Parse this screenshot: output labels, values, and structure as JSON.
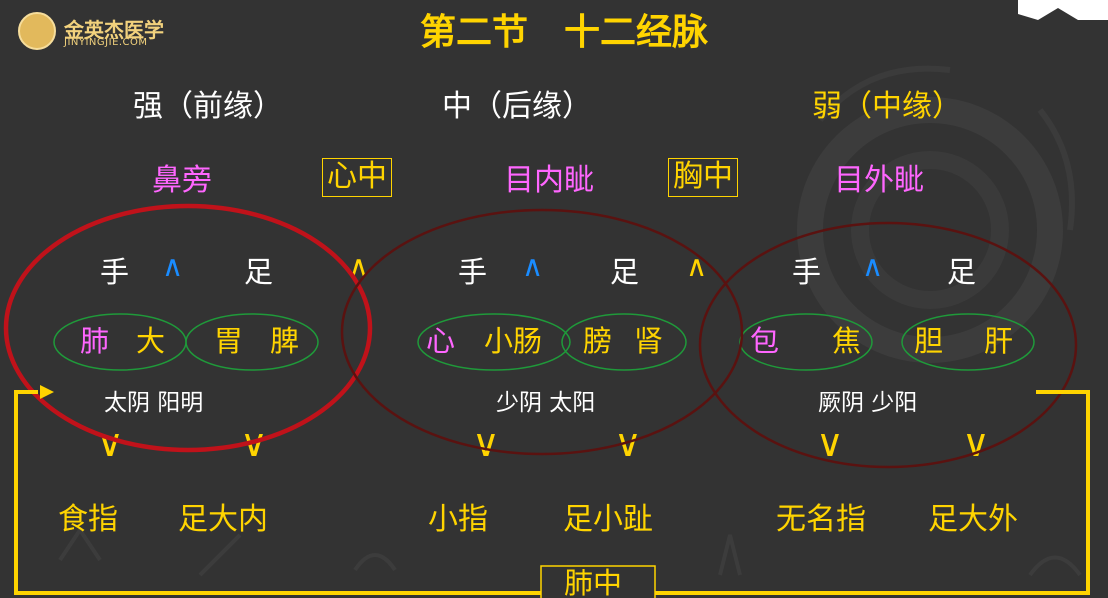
{
  "logo": {
    "cn": "金英杰医学",
    "en": "JINYINGJIE.COM",
    "mark": "logo-emblem"
  },
  "title": "第二节　十二经脉",
  "strength": {
    "strong": "强（前缘）",
    "middle": "中（后缘）",
    "weak": "弱（中缘）"
  },
  "origins": {
    "nose": "鼻旁",
    "heart": "心中",
    "eye_inner": "目内眦",
    "chest": "胸中",
    "eye_outer": "目外眦"
  },
  "hand_foot": {
    "hand": "手",
    "foot": "足",
    "caret": "∧"
  },
  "organs": {
    "g1": [
      "肺",
      "大",
      "胃",
      "脾"
    ],
    "g2": [
      "心",
      "小肠",
      "膀",
      "肾"
    ],
    "g3": [
      "包",
      "焦",
      "胆",
      "肝"
    ]
  },
  "meridians": {
    "g1": "太阴  阳明",
    "g2": "少阴  太阳",
    "g3": "厥阴  少阳"
  },
  "down_caret": "∨",
  "endpoints": {
    "e1": "食指",
    "e2": "足大内",
    "e3": "小指",
    "e4": "足小趾",
    "e5": "无名指",
    "e6": "足大外"
  },
  "bottom_box": "肺中",
  "colors": {
    "background": "#333333",
    "title": "#ffd400",
    "text_white": "#ffffff",
    "text_yellow": "#ffd400",
    "text_pink": "#ff66ff",
    "caret_blue": "#1a8cff",
    "ellipse_green": "#1f9a3a",
    "circle_red": "#c0121a",
    "circle_dark_red": "#5a1210"
  }
}
